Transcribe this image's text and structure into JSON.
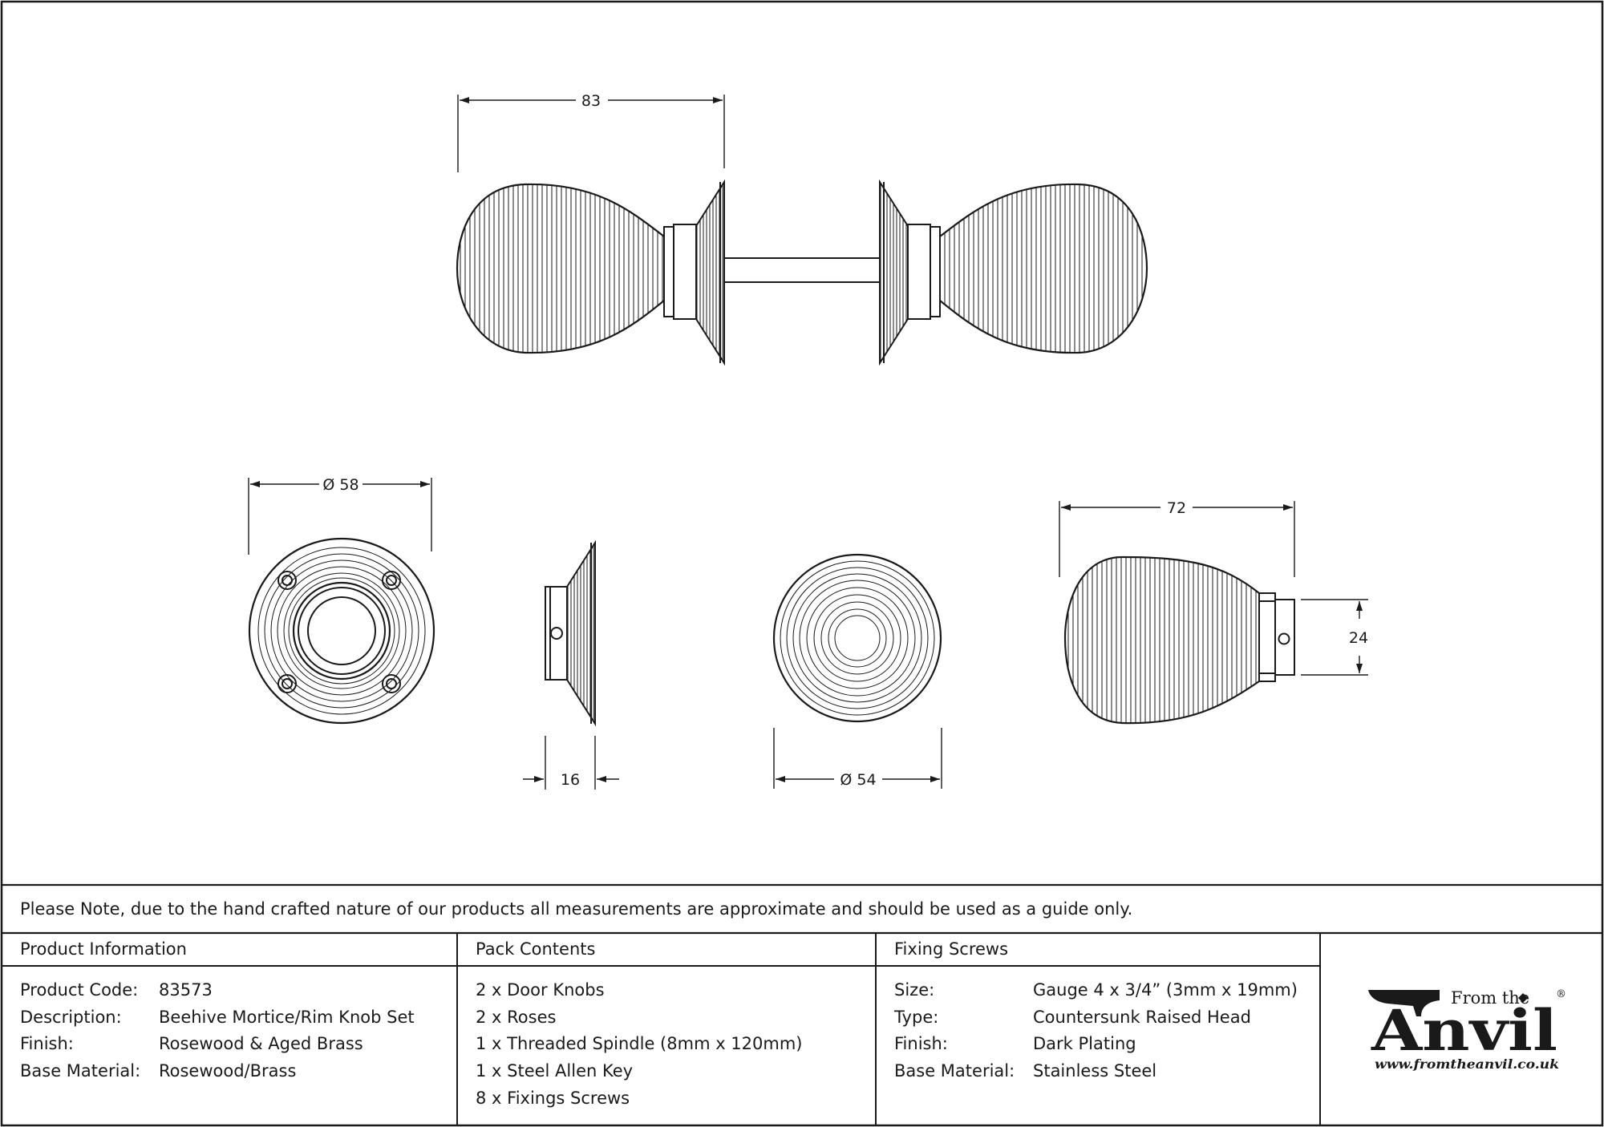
{
  "dimensions": {
    "knob_set_width": "83",
    "rose_diameter": "Ø 58",
    "rose_depth": "16",
    "knob_diameter": "Ø 54",
    "knob_length": "72",
    "knob_neck_diameter": "24"
  },
  "note": "Please Note, due to the hand crafted nature of our products all measurements are approximate and should be used as a guide only.",
  "product_info": {
    "heading": "Product Information",
    "rows": [
      {
        "label": "Product Code:",
        "value": "83573"
      },
      {
        "label": "Description:",
        "value": "Beehive Mortice/Rim Knob Set"
      },
      {
        "label": "Finish:",
        "value": "Rosewood & Aged Brass"
      },
      {
        "label": "Base Material:",
        "value": "Rosewood/Brass"
      }
    ]
  },
  "pack_contents": {
    "heading": "Pack Contents",
    "items": [
      "2 x Door Knobs",
      "2 x Roses",
      "1 x Threaded Spindle (8mm x 120mm)",
      "1 x Steel Allen Key",
      "8 x Fixings Screws"
    ]
  },
  "fixing_screws": {
    "heading": "Fixing Screws",
    "rows": [
      {
        "label": "Size:",
        "value": "Gauge 4 x 3/4” (3mm x 19mm)"
      },
      {
        "label": "Type:",
        "value": "Countersunk Raised Head"
      },
      {
        "label": "Finish:",
        "value": "Dark Plating"
      },
      {
        "label": "Base Material:",
        "value": "Stainless Steel"
      }
    ]
  },
  "logo": {
    "line1": "From the",
    "line2": "Anvil",
    "registered": "®",
    "url": "www.fromtheanvil.co.uk"
  }
}
